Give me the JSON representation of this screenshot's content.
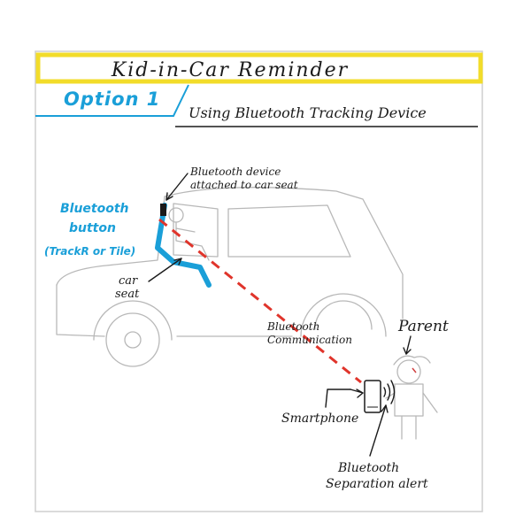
{
  "title": "Kid-in-Car Reminder",
  "option_label": "Option 1",
  "subtitle": "Using Bluetooth Tracking Device",
  "labels": {
    "bt_device_line1": "Bluetooth device",
    "bt_device_line2": "attached to car seat",
    "bt_button_line1": "Bluetooth",
    "bt_button_line2": "button",
    "bt_button_line3": "(TrackR or Tile)",
    "car_seat_line1": "car",
    "car_seat_line2": "seat",
    "bt_comm_line1": "Bluetooth",
    "bt_comm_line2": "Communication",
    "parent": "Parent",
    "smartphone": "Smartphone",
    "alert_line1": "Bluetooth",
    "alert_line2": "Separation alert"
  },
  "colors": {
    "title_bar_border": "#f2dc2a",
    "accent_blue": "#1a9fd8",
    "dashed_link": "#e0342b",
    "pencil": "#b8b8b8",
    "ink": "#1a1a1a"
  }
}
